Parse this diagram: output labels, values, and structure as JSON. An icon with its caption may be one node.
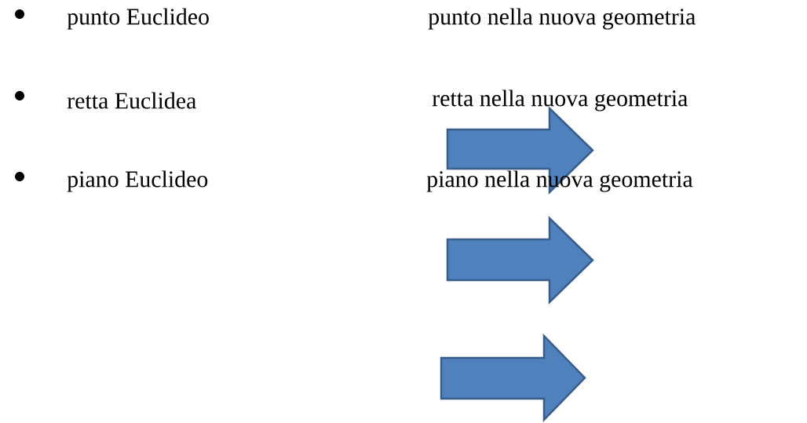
{
  "diagram": {
    "labels": [
      "punto Euclideo",
      "punto nella nuova geometria",
      "retta Euclidea",
      "retta nella nuova geometria",
      "piano Euclideo",
      "piano nella nuova geometria"
    ]
  }
}
